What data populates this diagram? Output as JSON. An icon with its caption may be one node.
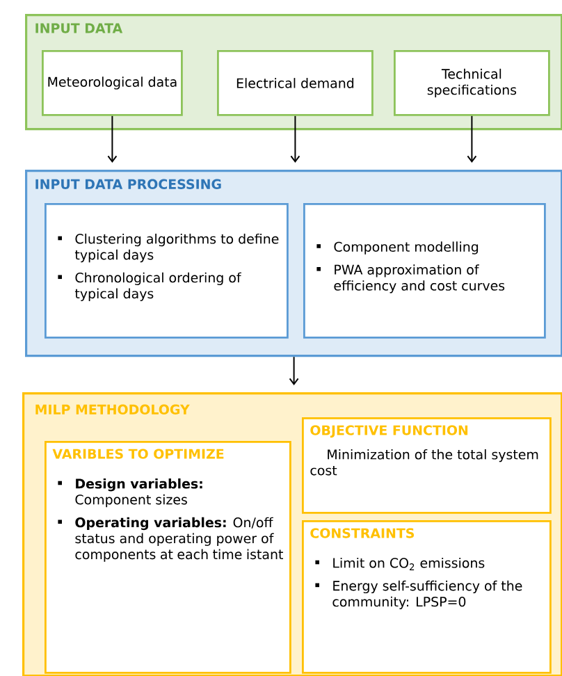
{
  "diagram": {
    "nodes": [
      {
        "text": [
          "INPUT DATA"
        ]
      },
      {
        "text": [
          "Meteorological data"
        ],
        "in": 0
      },
      {
        "text": [
          "Electrical demand"
        ],
        "in": 0
      },
      {
        "text": [
          "Technical specifications"
        ],
        "in": 0
      },
      {
        "text": [
          "INPUT DATA PROCESSING"
        ]
      },
      {
        "text": [
          "Clustering algorithms to define typical days",
          "Chronological ordering of typical days"
        ],
        "in": 4
      },
      {
        "text": [
          "Component modelling",
          "PWA approximation of efficiency and cost curves"
        ],
        "in": 4
      },
      {
        "text": [
          "MILP METHODOLOGY"
        ]
      },
      {
        "text": [
          "VARIBLES TO OPTIMIZE",
          "**Design variables:** Component sizes",
          "**Operating variables:** On/off status and operating power of components at each time istant"
        ],
        "in": 7
      },
      {
        "text": [
          "OBJECTIVE FUNCTION",
          "Minimization of the total system cost"
        ],
        "in": 7
      },
      {
        "text": [
          "CONSTRAINTS",
          "Limit on CO$_{2}$ emissions",
          "Energy self-sufficiency of the community: LPSP=0"
        ],
        "in": 7
      }
    ],
    "edges": [
      {
        "from": 1,
        "to": 4,
        "arrow": "to"
      },
      {
        "from": 2,
        "to": 4,
        "arrow": "to"
      },
      {
        "from": 3,
        "to": 4,
        "arrow": "to"
      },
      {
        "from": 4,
        "to": 7,
        "arrow": "to"
      }
    ]
  }
}
